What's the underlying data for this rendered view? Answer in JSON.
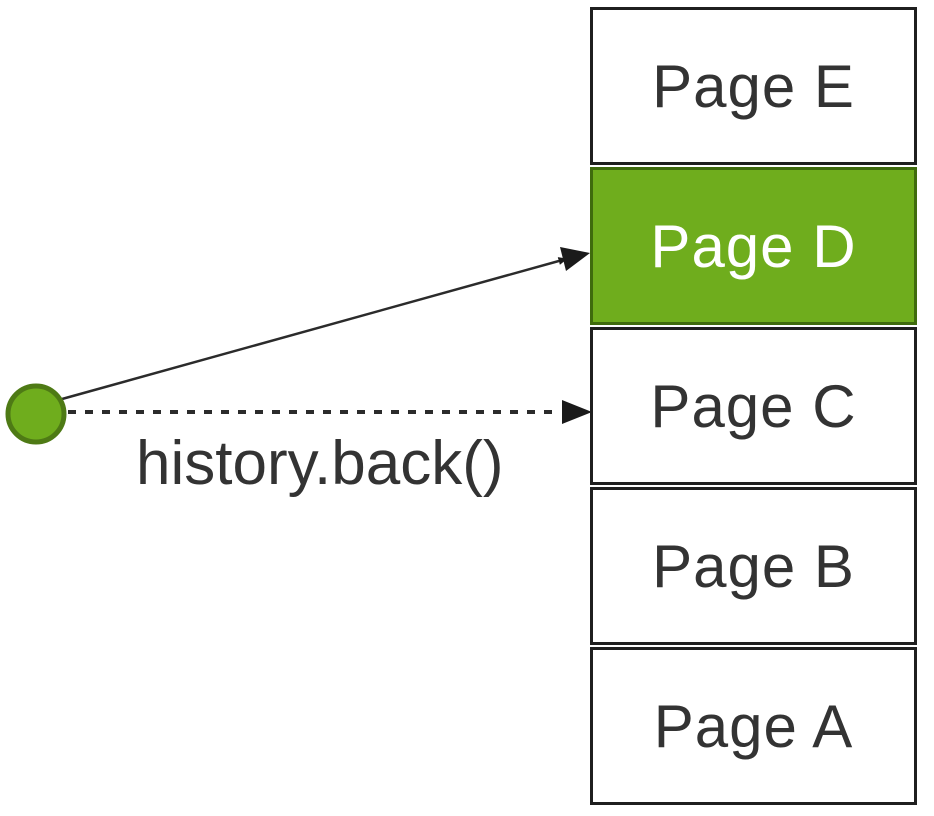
{
  "diagram": {
    "title_implicit": "Browser history stack",
    "call_label": "history.back()",
    "stack": [
      {
        "label": "Page E",
        "highlighted": false
      },
      {
        "label": "Page D",
        "highlighted": true
      },
      {
        "label": "Page C",
        "highlighted": false
      },
      {
        "label": "Page B",
        "highlighted": false
      },
      {
        "label": "Page A",
        "highlighted": false
      }
    ],
    "arrows": [
      {
        "type": "solid",
        "from": "current-position-dot",
        "target": "Page D"
      },
      {
        "type": "dashed",
        "from": "current-position-dot",
        "target": "Page C"
      }
    ],
    "colors": {
      "highlight_green": "#6fad1d",
      "highlight_border": "#3f6b0d",
      "dot_fill": "#6fad1d",
      "dot_border": "#4e7a15",
      "box_border": "#1f1f1f",
      "arrow_stroke": "#2b2b2b",
      "text_dark": "#333333",
      "highlight_text": "#ffffff"
    }
  }
}
